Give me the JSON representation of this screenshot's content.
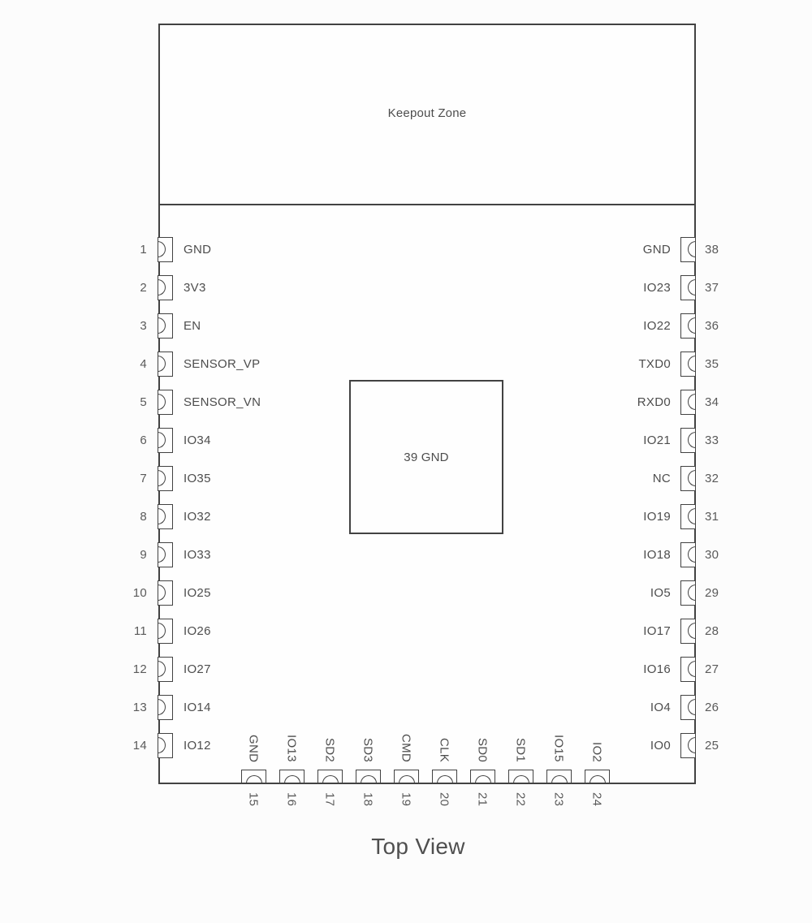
{
  "title": "Top View",
  "module": {
    "keepout_label": "Keepout Zone",
    "center_pad_label": "39 GND"
  },
  "pins": {
    "left": [
      {
        "num": "1",
        "label": "GND"
      },
      {
        "num": "2",
        "label": "3V3"
      },
      {
        "num": "3",
        "label": "EN"
      },
      {
        "num": "4",
        "label": "SENSOR_VP"
      },
      {
        "num": "5",
        "label": "SENSOR_VN"
      },
      {
        "num": "6",
        "label": "IO34"
      },
      {
        "num": "7",
        "label": "IO35"
      },
      {
        "num": "8",
        "label": "IO32"
      },
      {
        "num": "9",
        "label": "IO33"
      },
      {
        "num": "10",
        "label": "IO25"
      },
      {
        "num": "11",
        "label": "IO26"
      },
      {
        "num": "12",
        "label": "IO27"
      },
      {
        "num": "13",
        "label": "IO14"
      },
      {
        "num": "14",
        "label": "IO12"
      }
    ],
    "right": [
      {
        "num": "38",
        "label": "GND"
      },
      {
        "num": "37",
        "label": "IO23"
      },
      {
        "num": "36",
        "label": "IO22"
      },
      {
        "num": "35",
        "label": "TXD0"
      },
      {
        "num": "34",
        "label": "RXD0"
      },
      {
        "num": "33",
        "label": "IO21"
      },
      {
        "num": "32",
        "label": "NC"
      },
      {
        "num": "31",
        "label": "IO19"
      },
      {
        "num": "30",
        "label": "IO18"
      },
      {
        "num": "29",
        "label": "IO5"
      },
      {
        "num": "28",
        "label": "IO17"
      },
      {
        "num": "27",
        "label": "IO16"
      },
      {
        "num": "26",
        "label": "IO4"
      },
      {
        "num": "25",
        "label": "IO0"
      }
    ],
    "bottom": [
      {
        "num": "15",
        "label": "GND"
      },
      {
        "num": "16",
        "label": "IO13"
      },
      {
        "num": "17",
        "label": "SD2"
      },
      {
        "num": "18",
        "label": "SD3"
      },
      {
        "num": "19",
        "label": "CMD"
      },
      {
        "num": "20",
        "label": "CLK"
      },
      {
        "num": "21",
        "label": "SD0"
      },
      {
        "num": "22",
        "label": "SD1"
      },
      {
        "num": "23",
        "label": "IO15"
      },
      {
        "num": "24",
        "label": "IO2"
      }
    ]
  },
  "colors": {
    "line": "#424242",
    "text": "#4d4d4d",
    "number_text": "#5a5a5a"
  }
}
